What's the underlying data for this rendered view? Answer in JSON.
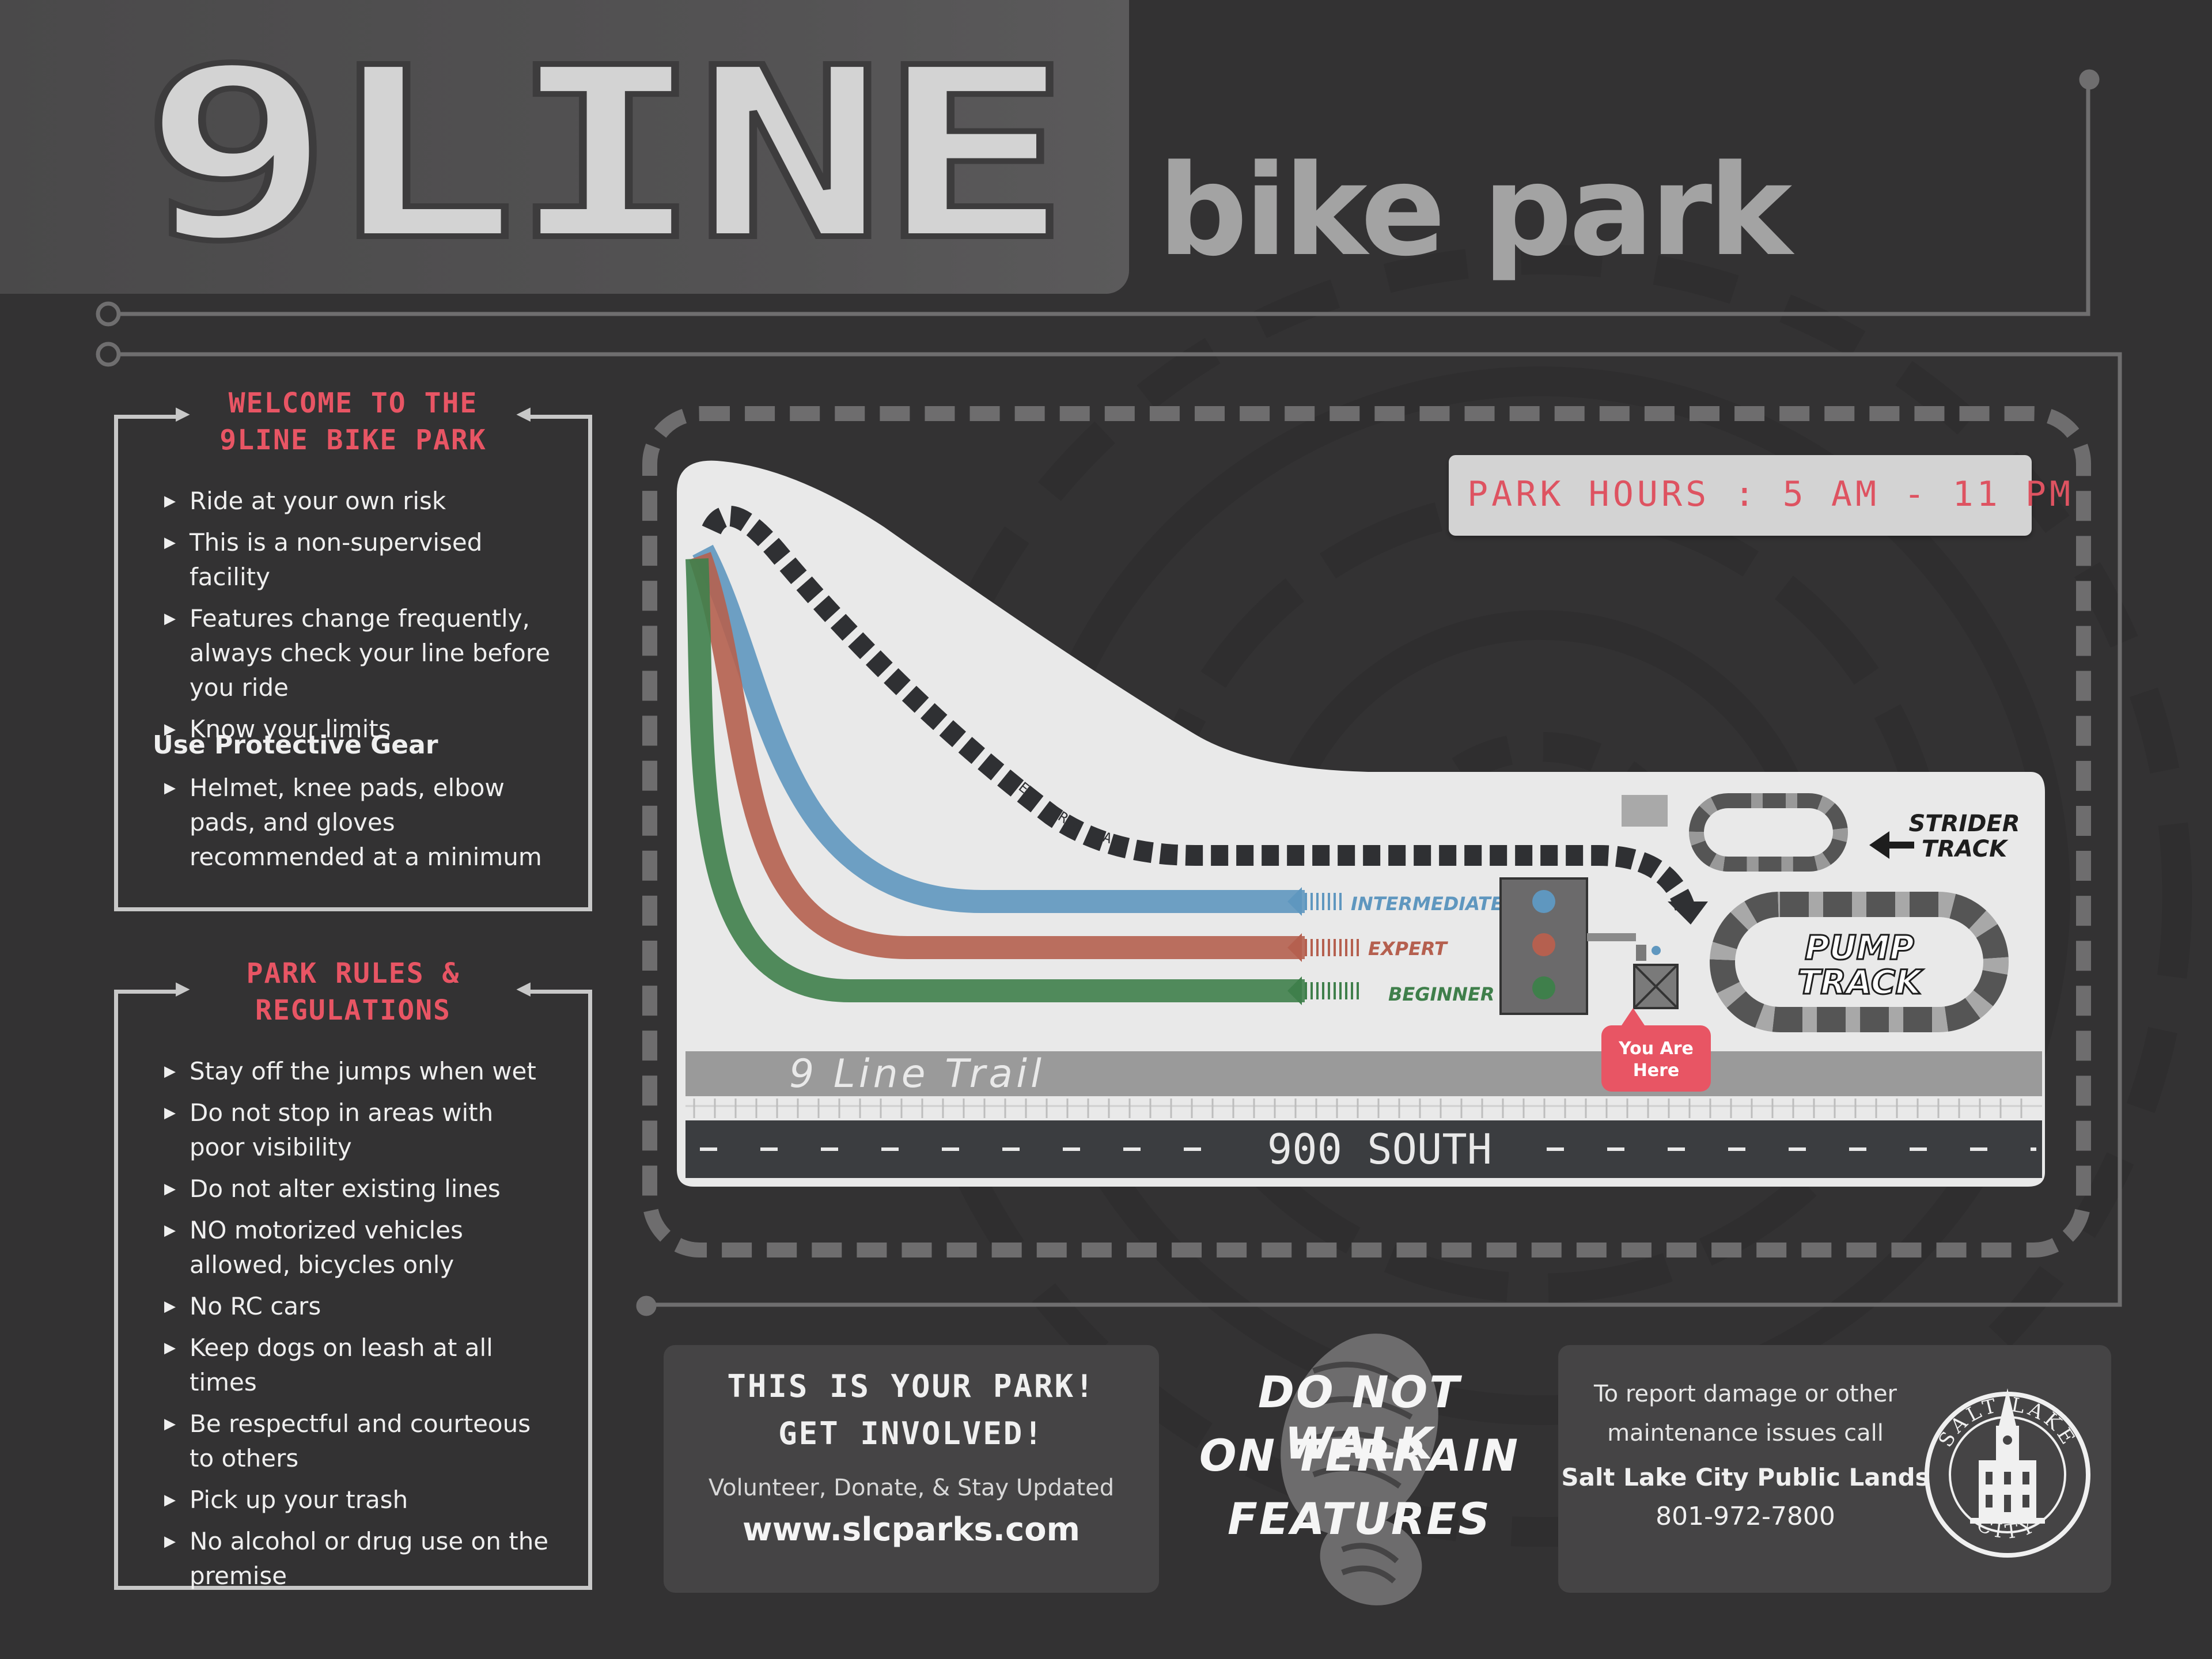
{
  "header": {
    "title": "9LINE",
    "subtitle": "bike park"
  },
  "welcome": {
    "heading_line1": "WELCOME TO THE",
    "heading_line2": "9LINE BIKE PARK",
    "items": [
      "Ride at your own risk",
      "This is a non-supervised facility",
      "Features change frequently, always check your line before you ride",
      "Know your limits"
    ],
    "gear_heading": "Use Protective Gear",
    "gear_items": [
      "Helmet, knee pads, elbow pads, and gloves recommended at a minimum"
    ]
  },
  "rules": {
    "heading_line1": "PARK RULES &",
    "heading_line2": "REGULATIONS",
    "items": [
      "Stay off the jumps when wet",
      "Do not stop in areas with poor visibility",
      "Do not alter existing lines",
      "NO motorized vehicles allowed, bicycles only",
      "No RC cars",
      "Keep dogs on leash at all times",
      "Be respectful and courteous to others",
      "Pick up your trash",
      "No alcohol or drug use on the premise"
    ]
  },
  "map": {
    "hours": "PARK HOURS :  5 AM  - 11 PM",
    "return_path": "RETURN PATH",
    "lines": [
      {
        "label": "INTERMEDIATE",
        "color": "#5f97bf"
      },
      {
        "label": "EXPERT",
        "color": "#b5604f"
      },
      {
        "label": "BEGINNER",
        "color": "#3f7f4b"
      }
    ],
    "strider_line1": "STRIDER",
    "strider_line2": "TRACK",
    "pump_line1": "PUMP",
    "pump_line2": "TRACK",
    "you_are_line1": "You Are",
    "you_are_line2": "Here",
    "trail": "9 Line Trail",
    "road": "900 SOUTH"
  },
  "park_box": {
    "line1": "THIS IS YOUR PARK!",
    "line2": "GET INVOLVED!",
    "small": "Volunteer, Donate, & Stay Updated",
    "url": "www.slcparks.com"
  },
  "walk": {
    "line1": "DO NOT WALK",
    "line2": "ON TERRAIN",
    "line3": "FEATURES"
  },
  "report": {
    "line1": "To report damage or other",
    "line2": "maintenance issues call",
    "org": "Salt Lake City Public Lands",
    "phone": "801-972-7800",
    "seal_top": "SALT LAKE",
    "seal_bottom": "CITY"
  },
  "colors": {
    "background": "#333233",
    "accent_red": "#e85564",
    "map_surface": "#e9e9e9"
  }
}
